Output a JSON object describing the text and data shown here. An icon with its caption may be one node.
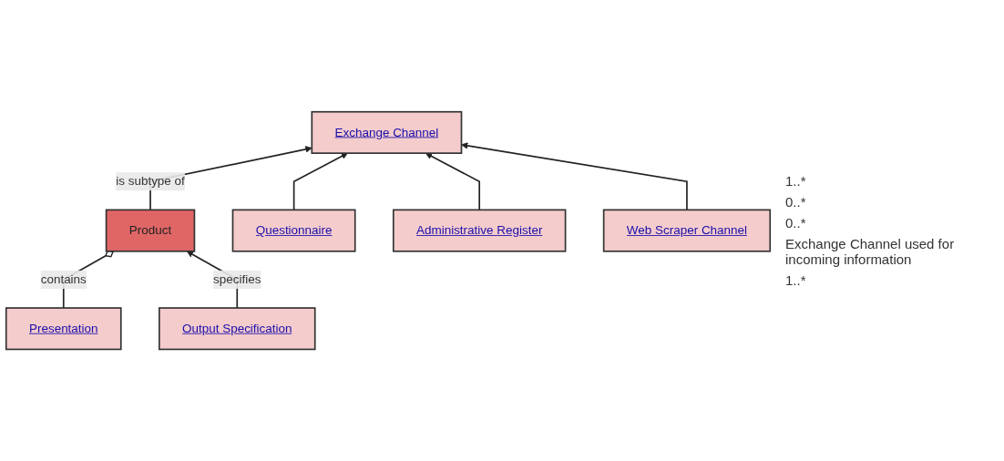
{
  "diagram": {
    "nodes": [
      {
        "text": [
          "Exchange Channel"
        ]
      },
      {
        "text": [
          "Presentation"
        ]
      },
      {
        "text": [
          "Product"
        ]
      },
      {
        "text": [
          "Questionnaire"
        ]
      },
      {
        "text": [
          "Administrative Register"
        ]
      },
      {
        "text": [
          "Web Scraper Channel"
        ]
      },
      {
        "text": [
          "Output Specification"
        ]
      }
    ],
    "edges": [
      {
        "from": 2,
        "to": 0,
        "arrow": "to",
        "label": "is subtype of"
      },
      {
        "from": 3,
        "to": 0,
        "arrow": "to"
      },
      {
        "from": 4,
        "to": 0,
        "arrow": "to"
      },
      {
        "from": 5,
        "to": 0,
        "arrow": "to"
      },
      {
        "from": 1,
        "to": 2,
        "arrow": "other",
        "label": "contains"
      },
      {
        "from": 6,
        "to": 2,
        "arrow": "to",
        "label": "specifies"
      }
    ],
    "labels": [
      "1..*",
      "0..*",
      "0..*",
      "Exchange Channel used for incoming information",
      "1..*"
    ]
  }
}
